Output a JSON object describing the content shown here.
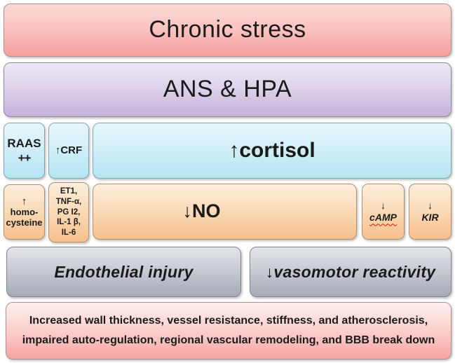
{
  "diagram_title": "Chronic stress vascular effects flow diagram",
  "boxes": {
    "chronic_stress": {
      "label": "Chronic stress"
    },
    "ans_hpa": {
      "label": "ANS & HPA"
    },
    "raas": {
      "line1": "RAAS",
      "line2": "++"
    },
    "crf": {
      "label": "↑CRF"
    },
    "cortisol": {
      "label": "↑cortisol"
    },
    "homocysteine": {
      "arrow": "↑",
      "line1": "homo-",
      "line2": "cysteine"
    },
    "mediators": {
      "lines": [
        "ET1,",
        "TNF-α,",
        "PG I2,",
        "IL-1 β,",
        "IL-6"
      ]
    },
    "no": {
      "label": "↓NO"
    },
    "camp": {
      "arrow": "↓",
      "label": "cAMP"
    },
    "kir": {
      "arrow": "↓",
      "label": "KIR"
    },
    "endothelial": {
      "label": "Endothelial injury"
    },
    "vasomotor": {
      "label": "↓vasomotor reactivity"
    },
    "outcome": {
      "line1": "Increased wall thickness, vessel resistance, stiffness, and atherosclerosis,",
      "line2": "impaired auto-regulation, regional vascular remodeling, and BBB break down"
    }
  },
  "colors": {
    "pink_top": "#fbd8d6",
    "pink_bottom": "#f59e9b",
    "purple_top": "#ece8f5",
    "purple_bottom": "#c3b2da",
    "blue_top": "#e7f7fb",
    "blue_bottom": "#b4e5f3",
    "orange_top": "#fdeedd",
    "orange_bottom": "#f7bf8d",
    "gray_top": "#e4e6ea",
    "gray_bottom": "#a6aab7",
    "outcome_top": "#fdf0ef",
    "outcome_bottom": "#f6a5a3",
    "spellcheck_underline": "#dd1100",
    "text": "#1a1a1a"
  }
}
